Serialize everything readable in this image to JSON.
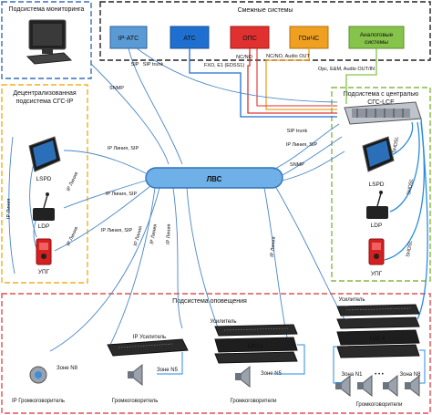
{
  "monitoring": {
    "title": "Подсистема мониторинга"
  },
  "adjacent": {
    "title": "Смежные системы",
    "boxes": [
      "IP-АТС",
      "АТС",
      "ОПС",
      "ГОиЧС",
      "Аналоговые системы"
    ],
    "colors": [
      "#5b9bd5",
      "#1f6fd1",
      "#e03030",
      "#f0a020",
      "#86c34a"
    ]
  },
  "decentral": {
    "title_line1": "Децентрализованная",
    "title_line2": "подсистема СГС-IP"
  },
  "central": {
    "title_line1": "Подсистема с централью",
    "title_line2": "СГС-LCE"
  },
  "lan": {
    "label": "ЛВС"
  },
  "devices": {
    "lspd_left": "LSPD",
    "ldp_left": "LDP",
    "upg_left": "УПГ",
    "lspd_right": "LSPD",
    "ldp_right": "LDP",
    "upg_right": "УПГ"
  },
  "links": {
    "sip": "SIP",
    "sip_trunk": "SIP trunk",
    "snmp_left": "SNMP",
    "fxo": "FXO, E1 (EDSS1)",
    "ncno": "NC/NO",
    "ncno_audio": "NC/NO, Audio OUT",
    "opc": "Opc, E&M, Audio OUT/IN",
    "sip_trunk_right": "SIP trunk",
    "ip_lines_sip_right": "IP Линия, SIP",
    "snmp_right": "SNMP",
    "ip_lines_sip_1": "IP Линия, SIP",
    "ip_lines_sip_2": "IP Линия, SIP",
    "ip_lines_sip_3": "IP Линия, SIP",
    "ip_lines_v": "IP Линия",
    "ip_lines_v2": "IP Линия",
    "ip_lines_v3": "IP Линия",
    "ip_lines_v4": "IP Линия",
    "ip_lines_left_v": "IP Линия",
    "ip_lines_left_v2": "IP Линия",
    "ip_lines_left_v3": "IP Линия",
    "shdsl_1": "SHDSL",
    "shdsl_2": "SHDSL",
    "shdsl_3": "SHDSL"
  },
  "alerting": {
    "title": "Подсистема оповещения",
    "ip_amp": "IP Усилитель",
    "zone_left": "Зоне N8",
    "ip_loudspeaker": "IP Громкоговоритель",
    "zone_n": "Зоне N5",
    "loudspeaker_1": "Громкоговоритель",
    "amp_mid": "Усилитель",
    "lbc1": "LBC-1",
    "zone_n2": "Зоне N5",
    "loudspeakers_mid": "Громкоговорители",
    "amp_right": "Усилитель",
    "lbc8": "LBC-8",
    "zone_r1": "Зона N1",
    "zone_r8": "Зона N8",
    "dots": "• • •",
    "loudspeakers_right": "Громкоговорители"
  }
}
